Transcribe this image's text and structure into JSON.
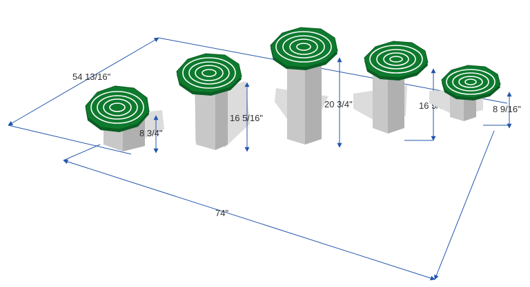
{
  "dimensions": {
    "width_label": "54 13/16\"",
    "length_label": "74\"",
    "post_heights": [
      "8 3/4\"",
      "16 5/16\"",
      "20 3/4\"",
      "16 5/8\"",
      "8 9/16\""
    ]
  },
  "colors": {
    "top_green": "#0e7a2e",
    "ring_white": "#ffffff",
    "post_gray": "#c8c8c8",
    "dimension_blue": "#2255aa"
  }
}
